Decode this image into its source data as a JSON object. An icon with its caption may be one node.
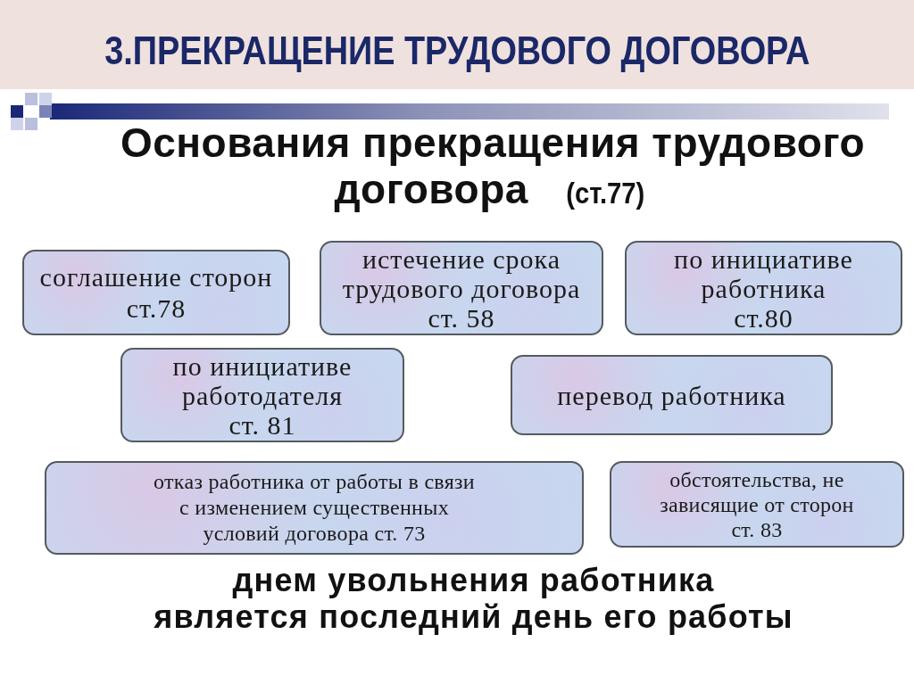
{
  "diagram": {
    "title": "3.ПРЕКРАЩЕНИЕ ТРУДОВОГО ДОГОВОРА",
    "nodes": [
      {
        "text": [
          "соглашение сторон",
          "ст.78"
        ]
      },
      {
        "text": [
          "истечение срока трудового договора",
          "ст. 58"
        ]
      },
      {
        "text": [
          "по инициативе работника",
          "ст.80"
        ]
      },
      {
        "text": [
          "по инициативе работодателя",
          "ст. 81"
        ]
      },
      {
        "text": [
          "перевод работника"
        ]
      },
      {
        "text": [
          "отказ работника от работы в связи с изменением существенных условий договора ст. 73"
        ]
      },
      {
        "text": [
          "обстоятельства, не зависящие от сторон",
          "ст. 83"
        ]
      }
    ],
    "labels": [
      "Основания прекращения трудового договора (ст.77)",
      "днем увольнения работника является последний день его работы"
    ]
  }
}
